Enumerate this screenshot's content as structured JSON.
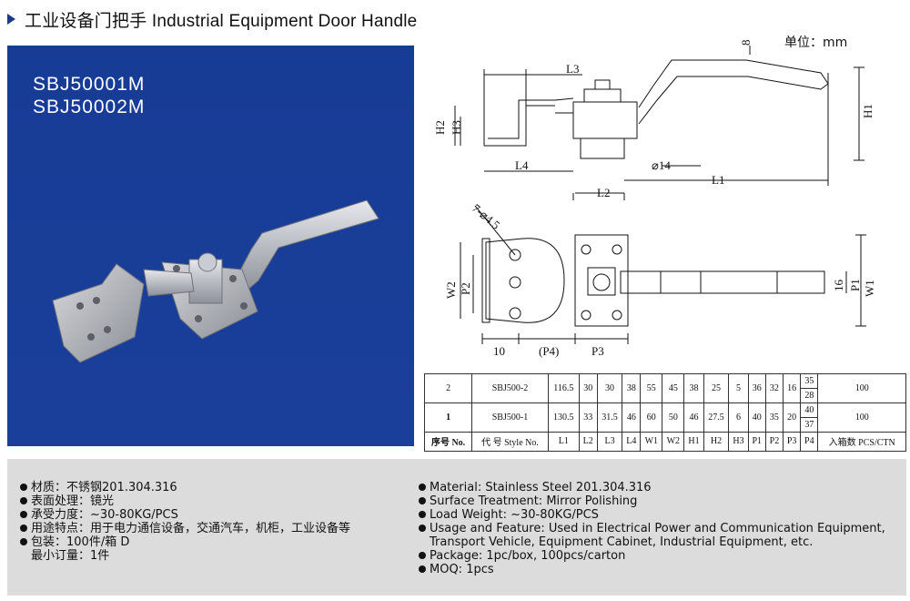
{
  "header": {
    "title": "工业设备门把手 Industrial Equipment Door Handle",
    "unit": "单位：mm"
  },
  "photo": {
    "models": [
      "SBJ50001M",
      "SBJ50002M"
    ]
  },
  "drawing": {
    "side": {
      "l3": "L3",
      "h2": "H2",
      "h3": "H3",
      "l4": "L4",
      "dia": "⌀14",
      "l2": "L2",
      "l1": "L1",
      "h1": "H1",
      "thick": "8"
    },
    "top": {
      "holes": "7-⌀4.5",
      "w2": "W2",
      "p2": "P2",
      "w1": "W1",
      "p1": "P1",
      "d16": "16",
      "d10": "10",
      "p4": "(P4)",
      "p3": "P3"
    }
  },
  "table": {
    "rows": [
      {
        "no": "2",
        "style": "SBJ500-2",
        "L1": "116.5",
        "L2": "30",
        "L3": "30",
        "L4": "38",
        "W1": "55",
        "W2": "45",
        "H1": "38",
        "H2": "25",
        "H3": "5",
        "P1": "36",
        "P2": "32",
        "P3": "16",
        "P4": [
          "35",
          "28"
        ],
        "pcs": "100"
      },
      {
        "no": "1",
        "style": "SBJ500-1",
        "L1": "130.5",
        "L2": "33",
        "L3": "31.5",
        "L4": "46",
        "W1": "60",
        "W2": "50",
        "H1": "46",
        "H2": "27.5",
        "H3": "6",
        "P1": "40",
        "P2": "35",
        "P3": "20",
        "P4": [
          "40",
          "37"
        ],
        "pcs": "100"
      }
    ],
    "header": {
      "no": "序号 No.",
      "style": "代 号 Style No.",
      "cols": [
        "L1",
        "L2",
        "L3",
        "L4",
        "W1",
        "W2",
        "H1",
        "H2",
        "H3",
        "P1",
        "P2",
        "P3",
        "P4"
      ],
      "pcs": "入箱数 PCS/CTN"
    }
  },
  "specs_cn": [
    {
      "text": "材质：不锈钢201.304.316",
      "bullet": true
    },
    {
      "text": "表面处理：镜光",
      "bullet": true
    },
    {
      "text": "承受力度：~30-80KG/PCS",
      "bullet": true
    },
    {
      "text": "用途特点：用于电力通信设备，交通汽车，机柜，工业设备等",
      "bullet": true
    },
    {
      "text": "包装：100件/箱 D",
      "bullet": true
    },
    {
      "text": "最小订量：1件",
      "bullet": false
    }
  ],
  "specs_en": [
    {
      "text": "Material: Stainless Steel 201.304.316",
      "bullet": true
    },
    {
      "text": "Surface Treatment: Mirror Polishing",
      "bullet": true
    },
    {
      "text": "Load Weight: ~30-80KG/PCS",
      "bullet": true
    },
    {
      "text": "Usage and Feature: Used in Electrical Power and Communication Equipment,",
      "bullet": true
    },
    {
      "text": "Transport Vehicle, Equipment Cabinet, Industrial Equipment, etc.",
      "bullet": false,
      "cont": true
    },
    {
      "text": "Package: 1pc/box, 100pcs/carton",
      "bullet": true
    },
    {
      "text": "MOQ: 1pcs",
      "bullet": true
    }
  ]
}
